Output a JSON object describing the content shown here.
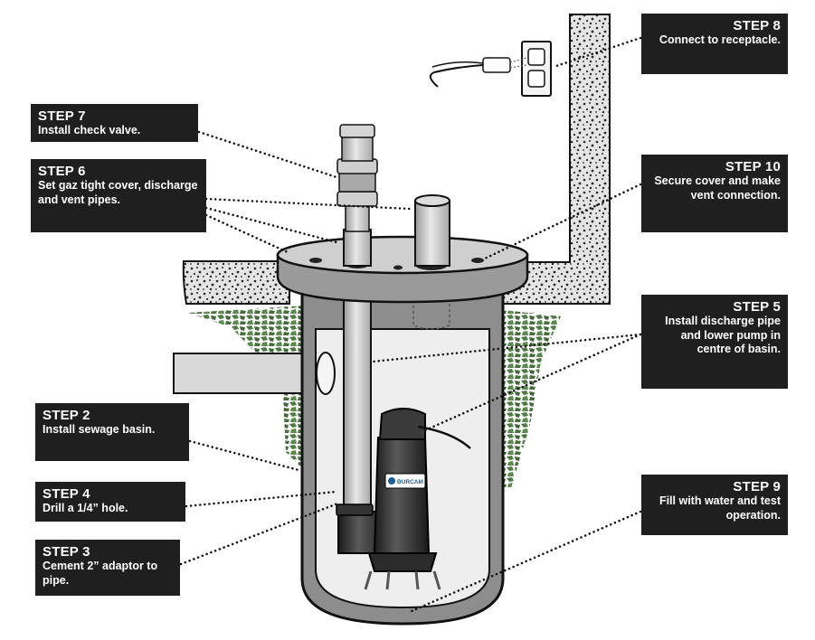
{
  "brand": {
    "text": "BURCAM"
  },
  "steps": {
    "step7": {
      "title": "STEP 7",
      "body": "Install check valve."
    },
    "step6": {
      "title": "STEP 6",
      "body": "Set gaz tight cover, discharge and vent pipes."
    },
    "step2": {
      "title": "STEP 2",
      "body": "Install sewage basin."
    },
    "step4": {
      "title": "STEP 4",
      "body": "Drill a 1/4” hole."
    },
    "step3": {
      "title": "STEP 3",
      "body": "Cement 2” adaptor to pipe."
    },
    "step8": {
      "title": "STEP 8",
      "body": "Connect to receptacle."
    },
    "step10": {
      "title": "STEP 10",
      "body": "Secure cover and make vent connection."
    },
    "step5": {
      "title": "STEP 5",
      "body": "Install discharge pipe and lower pump in centre of basin."
    },
    "step9": {
      "title": "STEP 9",
      "body": "Fill with water and test operation."
    }
  }
}
